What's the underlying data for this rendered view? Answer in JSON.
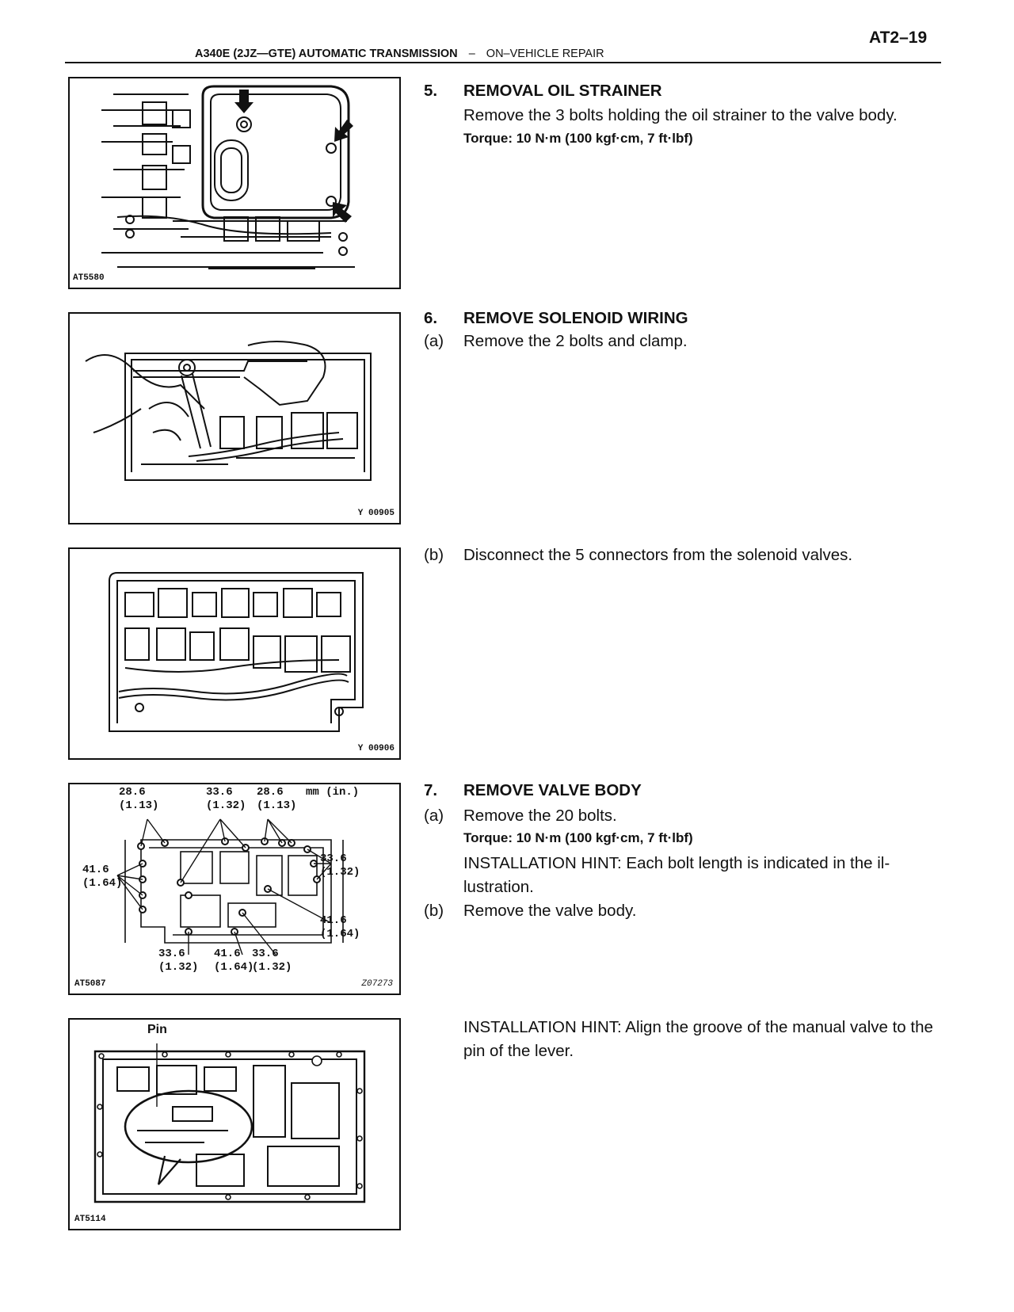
{
  "header": {
    "page_number": "AT2–19",
    "model": "A340E (2JZ—GTE) AUTOMATIC TRANSMISSION",
    "separator": "–",
    "section": "ON–VEHICLE REPAIR"
  },
  "figures": {
    "fig1": {
      "code": "AT5580"
    },
    "fig2": {
      "code": "Y 00905"
    },
    "fig3": {
      "code": "Y 00906"
    },
    "fig4": {
      "code_left": "AT5087",
      "code_right": "Z07273",
      "unit": "mm (in.)",
      "callouts": {
        "top_a": "28.6\n(1.13)",
        "top_b": "33.6\n(1.32)",
        "top_c": "28.6\n(1.13)",
        "left": "41.6\n(1.64)",
        "right_top": "33.6\n(1.32)",
        "right_bottom": "41.6\n(1.64)",
        "bottom_a": "33.6\n(1.32)",
        "bottom_b": "41.6\n(1.64)",
        "bottom_c": "33.6\n(1.32)"
      }
    },
    "fig5": {
      "code": "AT5114",
      "pin_label": "Pin"
    }
  },
  "steps": {
    "s5": {
      "num": "5.",
      "title": "REMOVAL OIL STRAINER",
      "text": "Remove the 3 bolts holding the oil strainer to the valve body.",
      "torque": "Torque: 10 N·m (100 kgf·cm, 7 ft·lbf)"
    },
    "s6": {
      "num": "6.",
      "title": "REMOVE SOLENOID WIRING",
      "a_label": "(a)",
      "a_text": "Remove the 2 bolts and clamp.",
      "b_label": "(b)",
      "b_text": "Disconnect the 5 connectors from the solenoid valves."
    },
    "s7": {
      "num": "7.",
      "title": "REMOVE VALVE BODY",
      "a_label": "(a)",
      "a_text": "Remove the 20 bolts.",
      "torque": "Torque: 10 N·m (100 kgf·cm, 7 ft·lbf)",
      "hint": "INSTALLATION HINT: Each bolt length is indicated in the il- lustration.",
      "b_label": "(b)",
      "b_text": "Remove the valve body.",
      "hint2": "INSTALLATION HINT: Align the groove of the manual valve to the pin of the lever."
    }
  }
}
